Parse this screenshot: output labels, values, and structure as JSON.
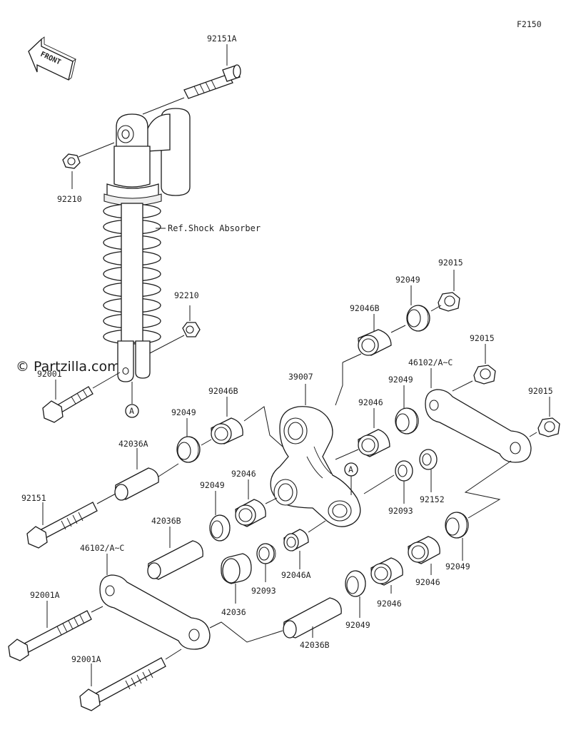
{
  "figure_code": "F2150",
  "front_label": "FRONT",
  "watermark": "© Partzilla.com",
  "ref_label": "Ref.Shock Absorber",
  "callout_letter": "A",
  "labels": {
    "p92151A": "92151A",
    "p92210_top": "92210",
    "p92210_mid": "92210",
    "p92001": "92001",
    "p92015_a": "92015",
    "p92049_a": "92049",
    "p92046B_a": "92046B",
    "p92015_b": "92015",
    "p46102_a": "46102/A~C",
    "p39007": "39007",
    "p92049_b": "92049",
    "p92015_c": "92015",
    "p92046B_b": "92046B",
    "p92049_c": "92049",
    "p92046_a": "92046",
    "p42036A": "42036A",
    "p92046_b": "92046",
    "p92151": "92151",
    "p92049_d": "92049",
    "p92152": "92152",
    "p92093_a": "92093",
    "p42036B_a": "42036B",
    "p46102_b": "46102/A~C",
    "p92046A": "92046A",
    "p92049_e": "92049",
    "p92093_b": "92093",
    "p92001A_a": "92001A",
    "p42036": "42036",
    "p92046_c": "92046",
    "p92046_d": "92046",
    "p92049_f": "92049",
    "p42036B_b": "42036B",
    "p92001A_b": "92001A"
  }
}
